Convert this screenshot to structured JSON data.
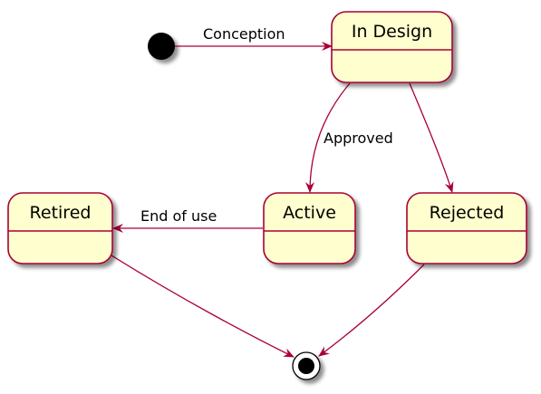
{
  "colors": {
    "state_fill": "#FEFECE",
    "state_border": "#A80036",
    "arrow": "#A80036",
    "start_fill": "#000000",
    "end_fill": "#000000",
    "end_ring": "#000000"
  },
  "states": {
    "in_design": "In Design",
    "active": "Active",
    "retired": "Retired",
    "rejected": "Rejected"
  },
  "transitions": {
    "conception": "Conception",
    "approved": "Approved",
    "end_of_use": "End of use"
  }
}
